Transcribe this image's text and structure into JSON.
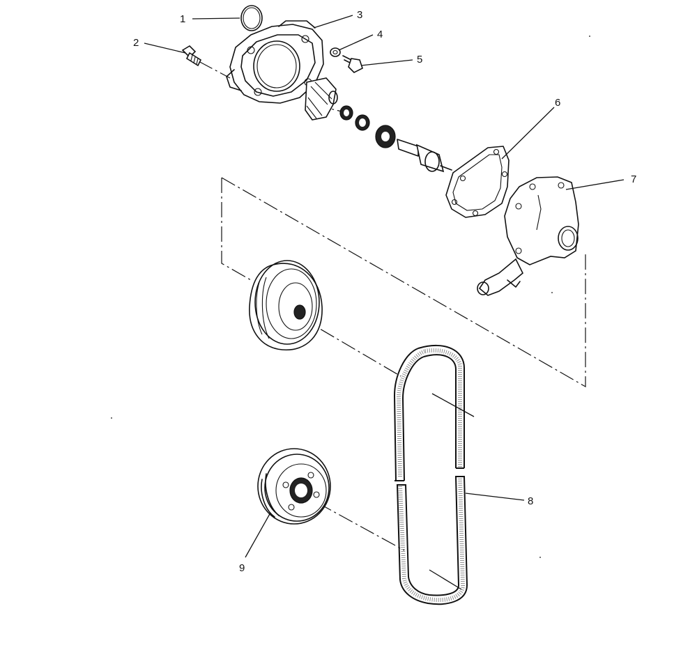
{
  "callouts": [
    {
      "number": "1"
    },
    {
      "number": "2"
    },
    {
      "number": "3"
    },
    {
      "number": "4"
    },
    {
      "number": "5"
    },
    {
      "number": "6"
    },
    {
      "number": "7"
    },
    {
      "number": "8"
    },
    {
      "number": "9"
    }
  ]
}
